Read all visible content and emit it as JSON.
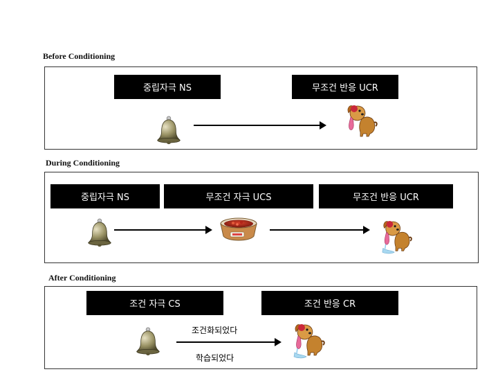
{
  "sections": {
    "before": {
      "heading": "Before Conditioning",
      "ns_label": "중립자극 NS",
      "ucr_label": "무조건 반응 UCR"
    },
    "during": {
      "heading": "During Conditioning",
      "ns_label": "중립자극 NS",
      "ucs_label": "무조건 자극 UCS",
      "ucr_label": "무조건 반응 UCR"
    },
    "after": {
      "heading": "After Conditioning",
      "cs_label": "조건 자극 CS",
      "cr_label": "조건 반응 CR",
      "arrow_top_text": "조건화되었다",
      "arrow_bottom_text": "학습되었다"
    }
  },
  "icons": [
    "bell-icon",
    "dog-drooling-icon",
    "food-bowl-icon"
  ]
}
